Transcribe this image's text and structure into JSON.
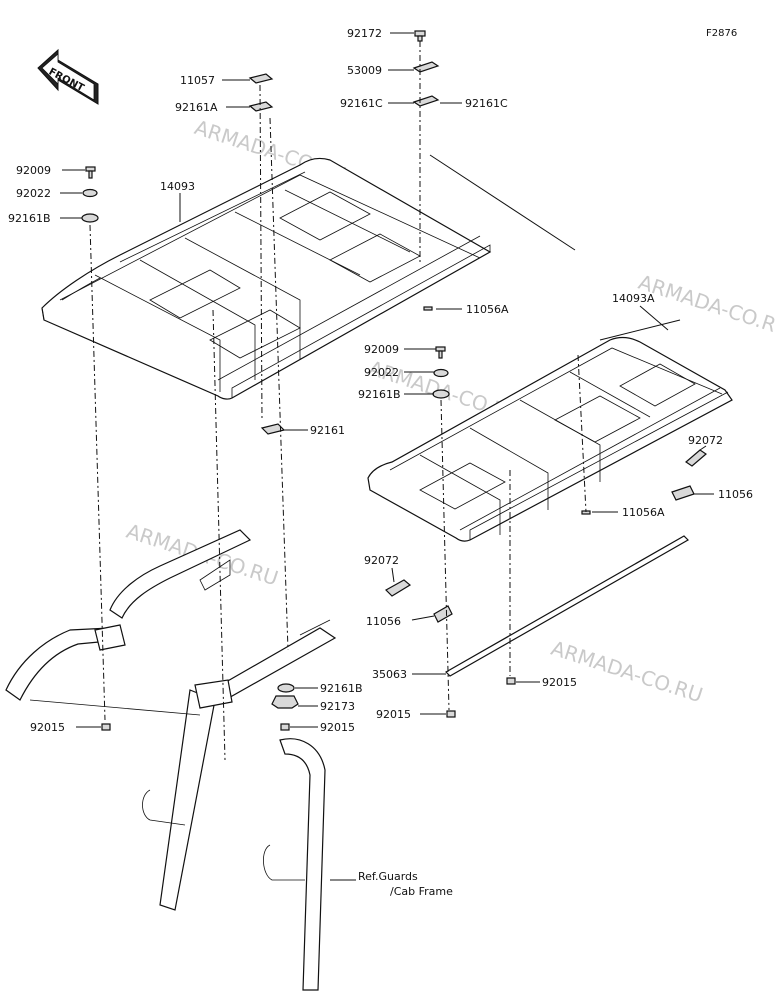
{
  "figure_code": "F2876",
  "front_label": "FRONT",
  "watermark": "ARMADA-CO.RU",
  "ref_note_line1": "Ref.Guards",
  "ref_note_line2": "/Cab Frame",
  "parts": {
    "p92172": "92172",
    "p53009": "53009",
    "p92161C_left": "92161C",
    "p92161C_right": "92161C",
    "p11057": "11057",
    "p92161A": "92161A",
    "p92009_left": "92009",
    "p92022_left": "92022",
    "p92161B_left": "92161B",
    "p14093": "14093",
    "p11056A_top": "11056A",
    "p14093A": "14093A",
    "p92009_mid": "92009",
    "p92022_mid": "92022",
    "p92161B_mid": "92161B",
    "p92161": "92161",
    "p92072_right": "92072",
    "p11056_right": "11056",
    "p11056A_right": "11056A",
    "p92072_left": "92072",
    "p11056_left": "11056",
    "p35063": "35063",
    "p92015_mid": "92015",
    "p92015_low": "92015",
    "p92161B_low": "92161B",
    "p92173": "92173",
    "p92015_clip": "92015",
    "p92015_left": "92015"
  }
}
